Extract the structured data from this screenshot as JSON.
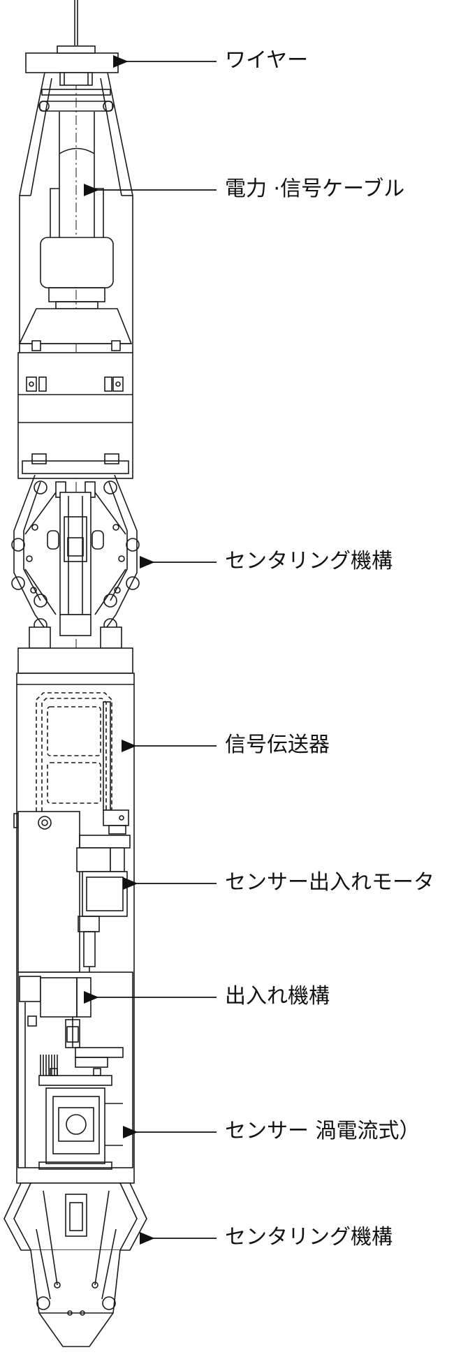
{
  "labels": {
    "wire": "ワイヤー",
    "cable": "電力 ·信号ケーブル",
    "centering_upper": "センタリング機構",
    "transmitter": "信号伝送器",
    "insertion_motor": "センサー出入れモータ",
    "insertion_mechanism": "出入れ機構",
    "sensor": "センサー 渦電流式）",
    "centering_lower": "センタリング機構"
  },
  "colors": {
    "line": "#1a1a1a",
    "fill_gray": "#d9d9d9",
    "background": "#ffffff"
  }
}
